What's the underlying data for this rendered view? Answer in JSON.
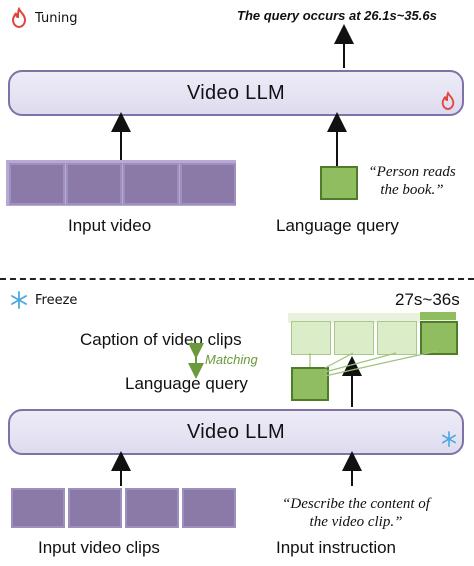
{
  "top": {
    "mode_label": "Tuning",
    "mode_icon": "fire-icon",
    "output_text": "The query occurs at 26.1s~35.6s",
    "llm_label": "Video LLM",
    "input_video_label": "Input video",
    "query_text": "“Person reads the book.”",
    "query_label": "Language query"
  },
  "bottom": {
    "mode_label": "Freeze",
    "mode_icon": "snowflake-icon",
    "result_text": "27s~36s",
    "caption_label": "Caption of video clips",
    "matching_label": "Matching",
    "query_label": "Language query",
    "llm_label": "Video LLM",
    "input_clips_label": "Input video clips",
    "instruction_text": "“Describe the content of the video clip.”",
    "instruction_label": "Input instruction"
  },
  "colors": {
    "accent_green": "#8fbd5f",
    "light_green": "#dbecc8",
    "matching_green": "#6b9a3c",
    "llm_purple": "#dfdbef",
    "fire_red": "#e0443a",
    "snow_blue": "#4aa8e0"
  }
}
